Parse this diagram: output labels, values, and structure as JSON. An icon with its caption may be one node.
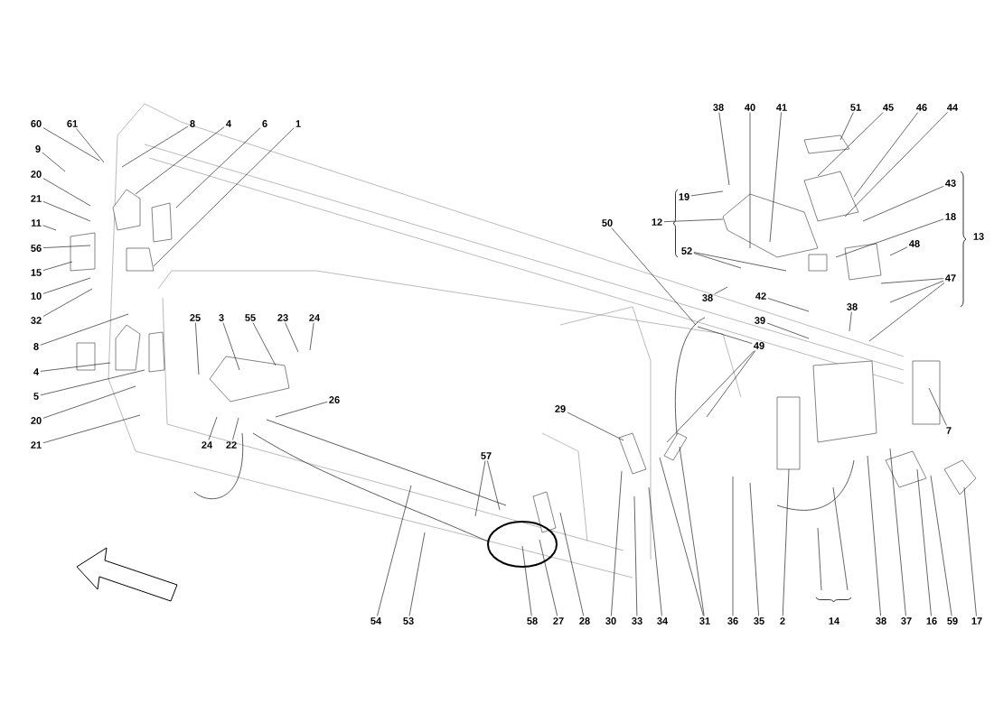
{
  "diagram": {
    "nodes": [
      {
        "text": [
          "60"
        ]
      },
      {
        "text": [
          "61"
        ]
      },
      {
        "text": [
          "8"
        ]
      },
      {
        "text": [
          "4"
        ]
      },
      {
        "text": [
          "6"
        ]
      },
      {
        "text": [
          "1"
        ]
      },
      {
        "text": [
          "9"
        ]
      },
      {
        "text": [
          "20"
        ]
      },
      {
        "text": [
          "21"
        ]
      },
      {
        "text": [
          "11"
        ]
      },
      {
        "text": [
          "56"
        ]
      },
      {
        "text": [
          "15"
        ]
      },
      {
        "text": [
          "10"
        ]
      },
      {
        "text": [
          "32"
        ]
      },
      {
        "text": [
          "8"
        ]
      },
      {
        "text": [
          "4"
        ]
      },
      {
        "text": [
          "5"
        ]
      },
      {
        "text": [
          "20"
        ]
      },
      {
        "text": [
          "21"
        ]
      },
      {
        "text": [
          "25"
        ]
      },
      {
        "text": [
          "3"
        ]
      },
      {
        "text": [
          "55"
        ]
      },
      {
        "text": [
          "23"
        ]
      },
      {
        "text": [
          "24"
        ]
      },
      {
        "text": [
          "26"
        ]
      },
      {
        "text": [
          "24"
        ]
      },
      {
        "text": [
          "22"
        ]
      },
      {
        "text": [
          "38"
        ]
      },
      {
        "text": [
          "40"
        ]
      },
      {
        "text": [
          "41"
        ]
      },
      {
        "text": [
          "51"
        ]
      },
      {
        "text": [
          "45"
        ]
      },
      {
        "text": [
          "46"
        ]
      },
      {
        "text": [
          "44"
        ]
      },
      {
        "text": [
          "19"
        ]
      },
      {
        "text": [
          "12"
        ]
      },
      {
        "text": [
          "43"
        ]
      },
      {
        "text": [
          "18"
        ]
      },
      {
        "text": [
          "48"
        ]
      },
      {
        "text": [
          "52"
        ]
      },
      {
        "text": [
          "13"
        ]
      },
      {
        "text": [
          "47"
        ]
      },
      {
        "text": [
          "38"
        ]
      },
      {
        "text": [
          "42"
        ]
      },
      {
        "text": [
          "39"
        ]
      },
      {
        "text": [
          "38"
        ]
      },
      {
        "text": [
          "49"
        ]
      },
      {
        "text": [
          "50"
        ]
      },
      {
        "text": [
          "7"
        ]
      },
      {
        "text": [
          "29"
        ]
      },
      {
        "text": [
          "57"
        ]
      },
      {
        "text": [
          "54"
        ]
      },
      {
        "text": [
          "53"
        ]
      },
      {
        "text": [
          "58"
        ]
      },
      {
        "text": [
          "27"
        ]
      },
      {
        "text": [
          "28"
        ]
      },
      {
        "text": [
          "30"
        ]
      },
      {
        "text": [
          "33"
        ]
      },
      {
        "text": [
          "34"
        ]
      },
      {
        "text": [
          "31"
        ]
      },
      {
        "text": [
          "36"
        ]
      },
      {
        "text": [
          "35"
        ]
      },
      {
        "text": [
          "2"
        ]
      },
      {
        "text": [
          "14"
        ]
      },
      {
        "text": [
          "38"
        ]
      },
      {
        "text": [
          "37"
        ]
      },
      {
        "text": [
          "16"
        ]
      },
      {
        "text": [
          "59"
        ]
      },
      {
        "text": [
          "17"
        ]
      }
    ],
    "edges": [
      {
        "from": 0,
        "to": null,
        "arrow": "none"
      },
      {
        "from": 1,
        "to": null,
        "arrow": "none"
      },
      {
        "from": 2,
        "to": null,
        "arrow": "none"
      },
      {
        "from": 3,
        "to": null,
        "arrow": "none"
      },
      {
        "from": 4,
        "to": null,
        "arrow": "none"
      },
      {
        "from": 5,
        "to": null,
        "arrow": "none"
      },
      {
        "from": 6,
        "to": null,
        "arrow": "none"
      },
      {
        "from": 7,
        "to": null,
        "arrow": "none"
      },
      {
        "from": 8,
        "to": null,
        "arrow": "none"
      },
      {
        "from": 9,
        "to": null,
        "arrow": "none"
      },
      {
        "from": 10,
        "to": null,
        "arrow": "none"
      },
      {
        "from": 11,
        "to": null,
        "arrow": "none"
      },
      {
        "from": 12,
        "to": null,
        "arrow": "none"
      },
      {
        "from": 13,
        "to": null,
        "arrow": "none"
      },
      {
        "from": 14,
        "to": null,
        "arrow": "none"
      },
      {
        "from": 15,
        "to": null,
        "arrow": "none"
      },
      {
        "from": 16,
        "to": null,
        "arrow": "none"
      },
      {
        "from": 17,
        "to": null,
        "arrow": "none"
      },
      {
        "from": 18,
        "to": null,
        "arrow": "none"
      },
      {
        "from": 19,
        "to": null,
        "arrow": "none"
      },
      {
        "from": 20,
        "to": null,
        "arrow": "none"
      },
      {
        "from": 21,
        "to": null,
        "arrow": "none"
      },
      {
        "from": 22,
        "to": null,
        "arrow": "none"
      },
      {
        "from": 23,
        "to": null,
        "arrow": "none"
      },
      {
        "from": 24,
        "to": null,
        "arrow": "none"
      },
      {
        "from": 25,
        "to": null,
        "arrow": "none"
      },
      {
        "from": 26,
        "to": null,
        "arrow": "none"
      },
      {
        "from": 27,
        "to": null,
        "arrow": "none"
      },
      {
        "from": 28,
        "to": null,
        "arrow": "none"
      },
      {
        "from": 29,
        "to": null,
        "arrow": "none"
      },
      {
        "from": 30,
        "to": null,
        "arrow": "none"
      },
      {
        "from": 31,
        "to": null,
        "arrow": "none"
      },
      {
        "from": 32,
        "to": null,
        "arrow": "none"
      },
      {
        "from": 33,
        "to": null,
        "arrow": "none"
      },
      {
        "from": 34,
        "to": null,
        "arrow": "none"
      },
      {
        "from": 35,
        "to": null,
        "arrow": "none"
      },
      {
        "from": 36,
        "to": null,
        "arrow": "none"
      },
      {
        "from": 37,
        "to": null,
        "arrow": "none"
      },
      {
        "from": 38,
        "to": null,
        "arrow": "none"
      },
      {
        "from": 39,
        "to": null,
        "arrow": "none"
      },
      {
        "from": 39,
        "to": null,
        "arrow": "none"
      },
      {
        "from": 41,
        "to": null,
        "arrow": "none"
      },
      {
        "from": 41,
        "to": null,
        "arrow": "none"
      },
      {
        "from": 41,
        "to": null,
        "arrow": "none"
      },
      {
        "from": 42,
        "to": null,
        "arrow": "none"
      },
      {
        "from": 43,
        "to": null,
        "arrow": "none"
      },
      {
        "from": 44,
        "to": null,
        "arrow": "none"
      },
      {
        "from": 45,
        "to": null,
        "arrow": "none"
      },
      {
        "from": 46,
        "to": null,
        "arrow": "none"
      },
      {
        "from": 46,
        "to": null,
        "arrow": "none"
      },
      {
        "from": 46,
        "to": null,
        "arrow": "none"
      },
      {
        "from": 47,
        "to": null,
        "arrow": "none"
      },
      {
        "from": 48,
        "to": null,
        "arrow": "none"
      },
      {
        "from": 49,
        "to": null,
        "arrow": "none"
      },
      {
        "from": 50,
        "to": null,
        "arrow": "none"
      },
      {
        "from": 50,
        "to": null,
        "arrow": "none"
      },
      {
        "from": 51,
        "to": null,
        "arrow": "none"
      },
      {
        "from": 52,
        "to": null,
        "arrow": "none"
      },
      {
        "from": 53,
        "to": null,
        "arrow": "none"
      },
      {
        "from": 54,
        "to": null,
        "arrow": "none"
      },
      {
        "from": 55,
        "to": null,
        "arrow": "none"
      },
      {
        "from": 56,
        "to": null,
        "arrow": "none"
      },
      {
        "from": 57,
        "to": null,
        "arrow": "none"
      },
      {
        "from": 58,
        "to": null,
        "arrow": "none"
      },
      {
        "from": 59,
        "to": null,
        "arrow": "none"
      },
      {
        "from": 59,
        "to": null,
        "arrow": "none"
      },
      {
        "from": 60,
        "to": null,
        "arrow": "none"
      },
      {
        "from": 61,
        "to": null,
        "arrow": "none"
      },
      {
        "from": 62,
        "to": null,
        "arrow": "none"
      },
      {
        "from": 64,
        "to": null,
        "arrow": "none"
      },
      {
        "from": 65,
        "to": null,
        "arrow": "none"
      },
      {
        "from": 66,
        "to": null,
        "arrow": "none"
      },
      {
        "from": 67,
        "to": null,
        "arrow": "none"
      },
      {
        "from": 68,
        "to": null,
        "arrow": "none"
      }
    ]
  }
}
